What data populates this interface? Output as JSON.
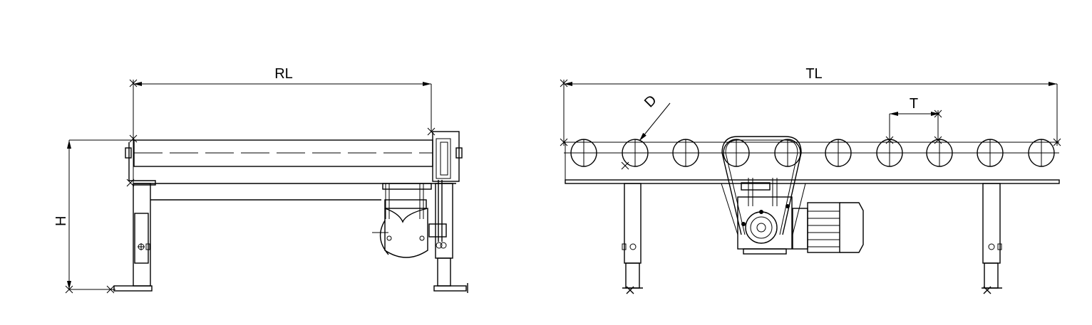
{
  "side_view": {
    "dimension_length_label": "RL",
    "dimension_height_label": "H"
  },
  "front_view": {
    "dimension_length_label": "TL",
    "dimension_diameter_label": "D",
    "dimension_pitch_label": "T",
    "roller_count": 10
  },
  "colors": {
    "line": "#000000",
    "background": "#ffffff"
  }
}
